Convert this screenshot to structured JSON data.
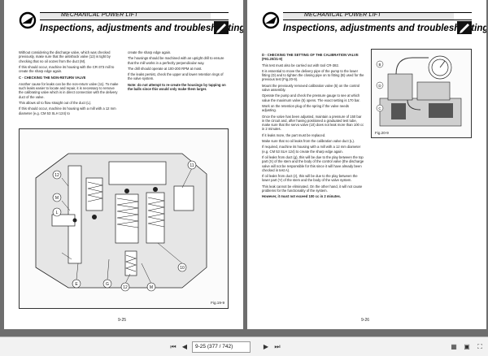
{
  "header": {
    "section_tag": "MECHANICAL POWER LIFT",
    "title": "Inspections, adjustments and troubleshooting"
  },
  "left_page": {
    "col1": [
      "Without considering the discharge valve, which was checked previously, make sure that the antishock valve (12) is tight by checking that no oil oozes from the duct (M).",
      "If this should occur, machine its housing with the CR-373 mill to create the sharp edge again."
    ],
    "heading": "C - CHECKING THE NON-RETURN VALVE",
    "col1b": [
      "Another cause for leaks can be the non-return valve (11). To make such leaks easier to locate and repair, it is necessary to remove the calibrating valve which is in direct connection with the delivery duct of the valve.",
      "This allows oil to flow straight out of the duct (L).",
      "If this should occur, machine its housing with a mill with a 12 mm diameter (e.g. CM 53 SLH 124) to"
    ],
    "col2": [
      "create the sharp edge again.",
      "The housings should be machined with an upright drill to ensure that the mill works in a perfectly perpendicular way.",
      "The drill should operate at 100-200 RPM at most.",
      "If the leaks persist, check the upper and lower retention rings of the valve system."
    ],
    "note": "Note: do not attempt to re-create the housings by tapping on the balls since this would only make them larger.",
    "figure_caption": "Fig.19-9",
    "callouts": [
      "11",
      "12",
      "M",
      "L",
      "10",
      "E",
      "G",
      "12",
      "M"
    ],
    "page_number": "9-25"
  },
  "right_page": {
    "heading": "D - CHECKING THE SETTING OF THE CALIBRATION VALVE (FIG.20/21-9)",
    "col1": [
      "This test must also be carried out with tool CR-382.",
      "It is essential to move the delivery pipe of the pump to the lower fitting (D) and to tighten the closing pipe on to fitting (B) used for the previous test (Fig.20-9).",
      "Mount the previously removed calibration valve (5) on the control valve assembly.",
      "Operate the pump and check the pressure gauge to see at which value the maximum valve (5) opens. The exact setting is 170 bar.",
      "Work on the retention plug of the spring if the valve needs adjusting.",
      "Once the valve has been adjusted, maintain a pressure of 150 bar in the circuit and, after having positioned a graduated test tube, make sure that the servo valve (10) does not leak more than 100 cc in 2 minutes.",
      "If it leaks more, the part must be replaced.",
      "Make sure that no oil leaks from the calibration valve duct (L).",
      "If required, machine its housing with a mill with a 12 mm diameter (e.g. CM 53 SLH 124) to create the sharp edge again.",
      "If oil leaks from duct (g), this will be due to the play between the top part (X) of the stem and the body of the control valve (the discharge valve will not be responsible for this since it will have already been checked in test A).",
      "If oil leaks from duct (z), this will be due to the play between the lower part (Y) of the stem and the body of the valve system.",
      "This leak cannot be eliminated. On the other hand, it will not cause problems for the functionality of the system.",
      "However, it must not exceed 100 cc in 2 minutes."
    ],
    "figure_caption": "Fig.20-9",
    "callouts": [
      "B",
      "D",
      "C"
    ],
    "page_number": "9-26"
  },
  "toolbar": {
    "page_field": "9-25 (377 / 742)",
    "page_total": "",
    "first_icon": "first-page-icon",
    "prev_icon": "prev-page-icon",
    "next_icon": "next-page-icon",
    "last_icon": "last-page-icon"
  },
  "colors": {
    "page": "#ffffff",
    "background": "#6e6e6e",
    "toolbar": "#f2f2f2"
  }
}
